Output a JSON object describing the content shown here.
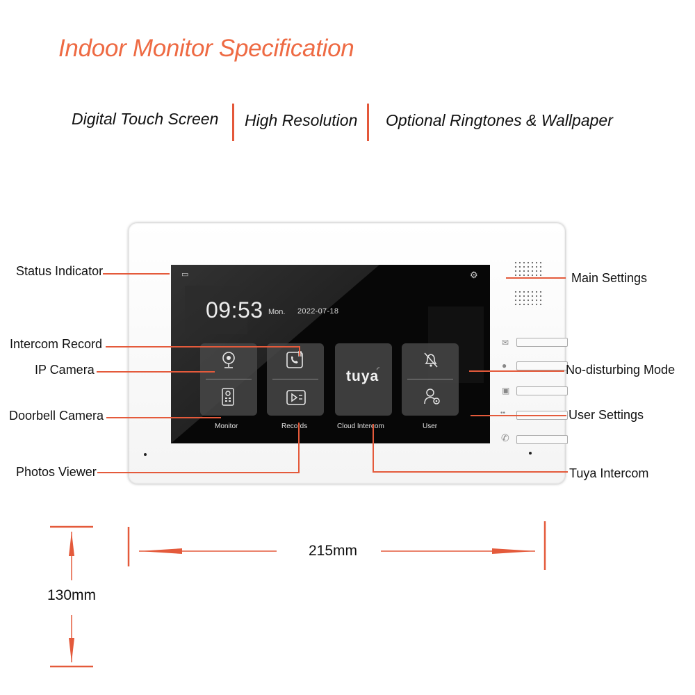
{
  "title": "Indoor Monitor Specification",
  "features": [
    "Digital Touch Screen",
    "High Resolution",
    "Optional Ringtones & Wallpaper"
  ],
  "screen": {
    "time": "09:53",
    "day": "Mon.",
    "date": "2022-07-18",
    "tiles": [
      "Monitor",
      "Records",
      "Cloud Intercom",
      "User"
    ],
    "brand": "tuya"
  },
  "callouts": {
    "status_indicator": "Status Indicator",
    "intercom_record": "Intercom Record",
    "ip_camera": "IP Camera",
    "doorbell_camera": "Doorbell Camera",
    "photos_viewer": "Photos Viewer",
    "main_settings": "Main Settings",
    "no_disturbing_mode": "No-disturbing Mode",
    "user_settings": "User Settings",
    "tuya_intercom": "Tuya Intercom"
  },
  "dimensions": {
    "width": "215mm",
    "height": "130mm"
  },
  "colors": {
    "accent": "#ee6a43",
    "line": "#e45a3b",
    "screen": "#070707"
  }
}
